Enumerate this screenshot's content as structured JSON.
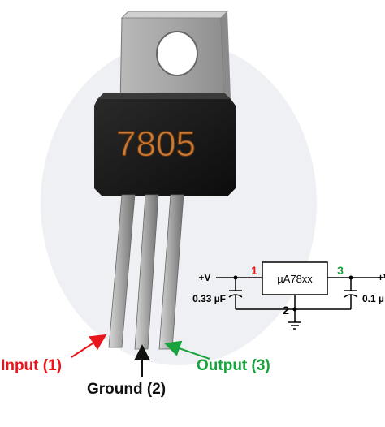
{
  "part_marking": "7805",
  "pins": {
    "input_label": "Input (1)",
    "ground_label": "Ground (2)",
    "output_label": "Output (3)"
  },
  "schematic": {
    "regulator_label": "µA78xx",
    "pin1": "1",
    "pin2": "2",
    "pin3": "3",
    "vin_label": "+V",
    "vout_label": "+V",
    "cin_label": "0.33 µF",
    "cout_label": "0.1 µ"
  },
  "colors": {
    "input": "#e8151b",
    "ground": "#111111",
    "output": "#19a33c",
    "marking": "#c87a32"
  }
}
